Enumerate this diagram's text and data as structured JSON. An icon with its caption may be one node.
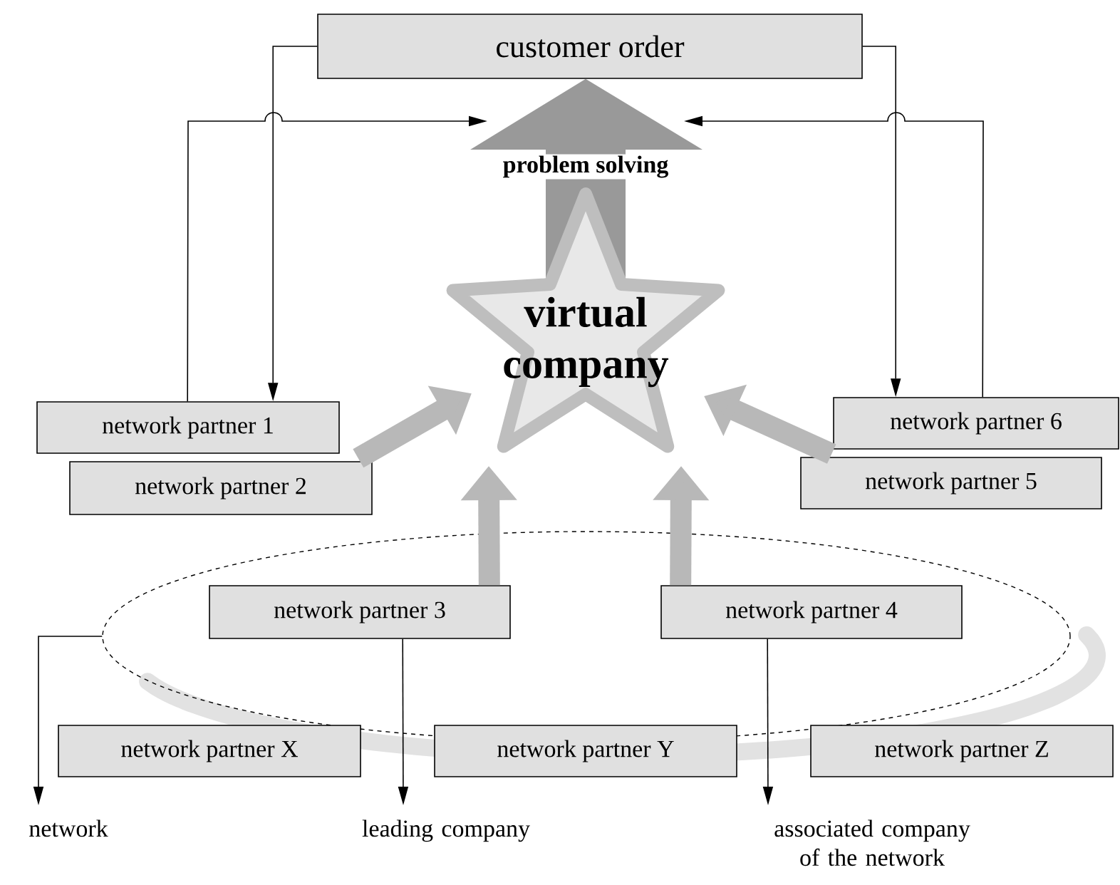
{
  "diagram": {
    "nodes": [
      {
        "text": [
          "customer order"
        ]
      },
      {
        "text": [
          "virtual company"
        ]
      },
      {
        "text": [
          "network partner 1"
        ]
      },
      {
        "text": [
          "network partner 2"
        ]
      },
      {
        "text": [
          "network partner 6"
        ]
      },
      {
        "text": [
          "network partner 5"
        ]
      },
      {
        "text": [],
        "shape": "ellipse"
      },
      {
        "text": [
          "network partner 3"
        ],
        "in": 6
      },
      {
        "text": [
          "network partner 4"
        ],
        "in": 6
      },
      {
        "text": [
          "network partner X"
        ]
      },
      {
        "text": [
          "network partner Y"
        ]
      },
      {
        "text": [
          "network partner Z"
        ]
      },
      {
        "text": [
          "network"
        ]
      },
      {
        "text": [
          "leading company"
        ]
      },
      {
        "text": [
          "associated company of the network"
        ]
      }
    ],
    "edges": [
      {
        "from": 0,
        "to": 2,
        "arrow": "to"
      },
      {
        "from": 2,
        "to": null,
        "arrow": "to"
      },
      {
        "from": 0,
        "to": 4,
        "arrow": "to"
      },
      {
        "from": 4,
        "to": null,
        "arrow": "to"
      },
      {
        "from": 1,
        "to": 0,
        "arrow": "to",
        "label": "problem solving",
        "style": "thick",
        "color": "#999999"
      },
      {
        "from": 3,
        "to": 1,
        "arrow": "to",
        "style": "thick",
        "color": "#b8b8b8"
      },
      {
        "from": 5,
        "to": 1,
        "arrow": "to",
        "style": "thick",
        "color": "#b8b8b8"
      },
      {
        "from": 7,
        "to": 1,
        "arrow": "to",
        "style": "thick",
        "color": "#b8b8b8"
      },
      {
        "from": 8,
        "to": 1,
        "arrow": "to",
        "style": "thick",
        "color": "#b8b8b8"
      },
      {
        "from": 6,
        "to": 12,
        "arrow": "to"
      },
      {
        "from": 7,
        "to": 13,
        "arrow": "to"
      },
      {
        "from": 8,
        "to": 14,
        "arrow": "to"
      }
    ]
  }
}
